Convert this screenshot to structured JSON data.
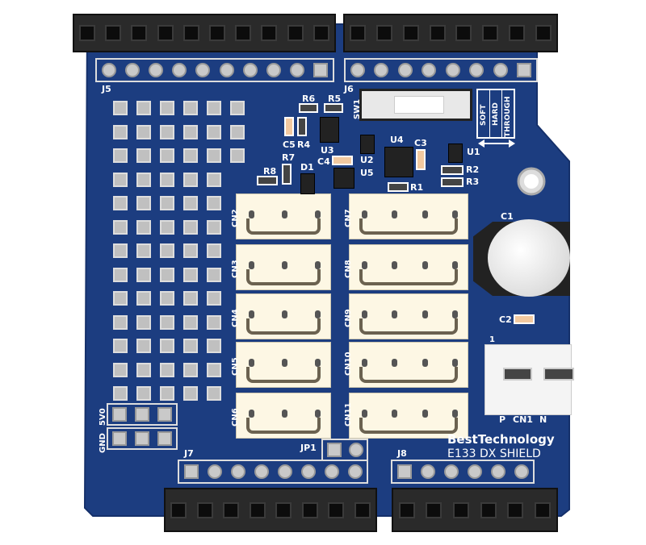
{
  "headers": {
    "j5": "J5",
    "j6": "J6",
    "j7": "J7",
    "j8": "J8",
    "jp1": "JP1"
  },
  "components": {
    "r1": "R1",
    "r2": "R2",
    "r3": "R3",
    "r4": "R4",
    "r5": "R5",
    "r6": "R6",
    "r7": "R7",
    "r8": "R8",
    "c1": "C1",
    "c2": "C2",
    "c3": "C3",
    "c4": "C4",
    "c5": "C5",
    "d1": "D1",
    "u1": "U1",
    "u2": "U2",
    "u3": "U3",
    "u4": "U4",
    "u5": "U5",
    "sw1": "SW1"
  },
  "switch_modes": [
    "SOFT",
    "HARD",
    "THROUGH"
  ],
  "connectors_left": [
    "CN2",
    "CN3",
    "CN4",
    "CN5",
    "CN6"
  ],
  "connectors_right": [
    "CN7",
    "CN8",
    "CN9",
    "CN10",
    "CN11"
  ],
  "power_labels": {
    "v5": "5V0",
    "gnd": "GND"
  },
  "cn1": {
    "label": "CN1",
    "p": "P",
    "n": "N",
    "pin1": "1"
  },
  "brand": {
    "name": "BestTechnology",
    "product": "E133 DX SHIELD"
  },
  "colors": {
    "board": "#1c3d80",
    "silk": "#ffffff"
  }
}
